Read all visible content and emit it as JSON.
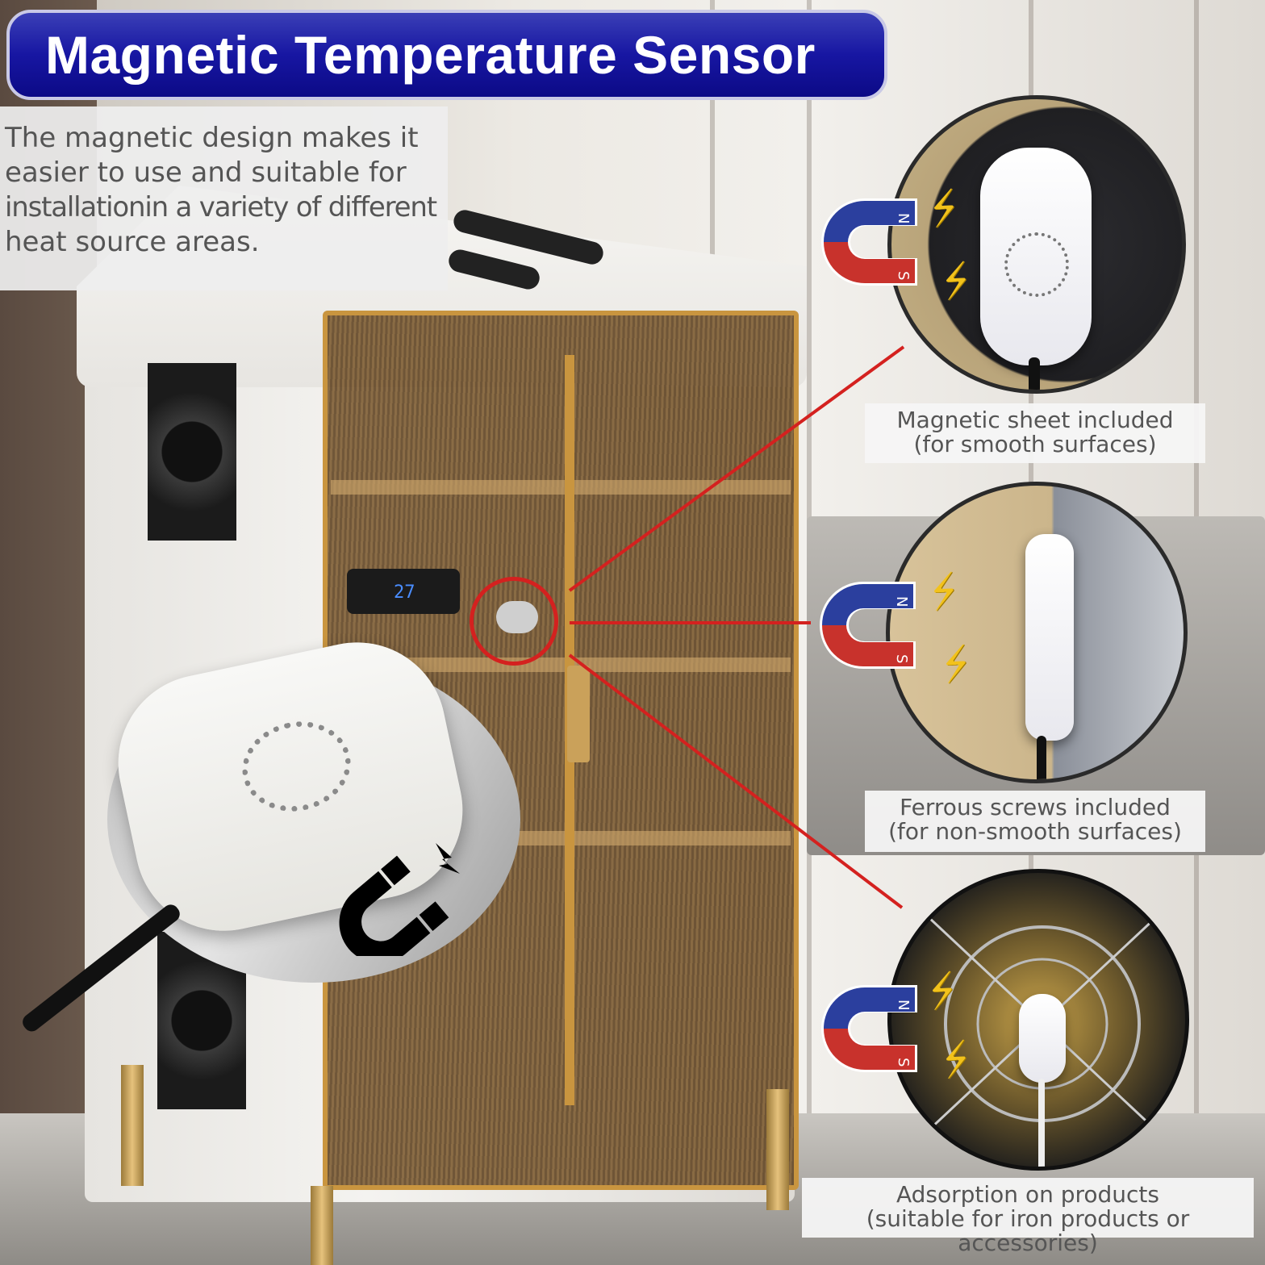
{
  "header": {
    "title": "Magnetic Temperature Sensor"
  },
  "intro": {
    "lines": [
      "The magnetic design makes it",
      "easier to use and suitable for",
      "installationin a variety of different",
      "heat source areas."
    ]
  },
  "thermometer": {
    "reading": "27"
  },
  "callouts": [
    {
      "line1": "Magnetic sheet included",
      "line2": "(for smooth surfaces)"
    },
    {
      "line1": "Ferrous screws included",
      "line2": "(for non-smooth surfaces)"
    },
    {
      "line1": "Adsorption on products",
      "line2": "(suitable for iron products or accessories)"
    }
  ],
  "magnet_labels": {
    "north": "N",
    "south": "S"
  },
  "icons": [
    "magnet-icon",
    "lightning-bolt-icon"
  ],
  "colors": {
    "banner_blue": "#1716a2",
    "pointer_red": "#d4211f",
    "magnet_blue": "#2b3f9e",
    "magnet_red": "#c8322c",
    "bolt_yellow": "#f2c21b"
  }
}
